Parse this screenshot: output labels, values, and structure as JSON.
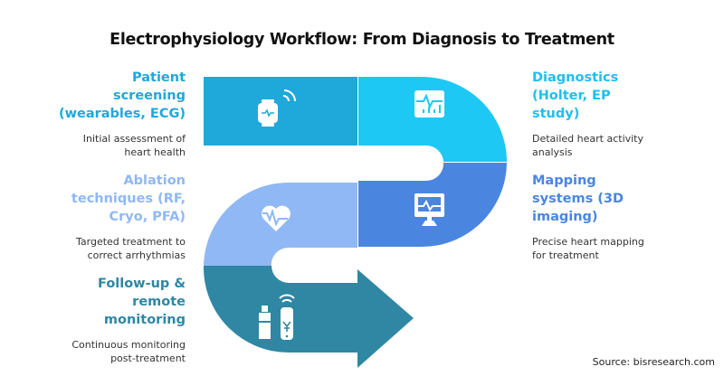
{
  "title": "Electrophysiology Workflow: From Diagnosis to Treatment",
  "steps": [
    {
      "heading": "Patient\nscreening\n(wearables, ECG)",
      "description": "Initial assessment of\nheart health",
      "color": "#1FA8DA",
      "icon": "smartwatch-icon"
    },
    {
      "heading": "Diagnostics\n(Holter, EP\nstudy)",
      "description": "Detailed heart activity\nanalysis",
      "color": "#1EC8F5",
      "icon": "heart-activity-chart-icon"
    },
    {
      "heading": "Mapping\nsystems (3D\nimaging)",
      "description": "Precise heart mapping\nfor treatment",
      "color": "#4A86E0",
      "icon": "monitor-ecg-icon"
    },
    {
      "heading": "Ablation\ntechniques (RF,\nCryo, PFA)",
      "description": "Targeted treatment to\ncorrect arrhythmias",
      "color": "#8FB8F5",
      "icon": "heart-pulse-icon"
    },
    {
      "heading": "Follow-up &\nremote\nmonitoring",
      "description": "Continuous monitoring\npost-treatment",
      "color": "#2F87A3",
      "icon": "remote-monitor-device-icon"
    }
  ],
  "text_colors": {
    "screening": "#1FA8DA",
    "diagnostics": "#1EBFEF",
    "mapping": "#4A86E0",
    "ablation": "#8FB8F5",
    "followup": "#2F87A3"
  },
  "source": "Source: bisresearch.com"
}
